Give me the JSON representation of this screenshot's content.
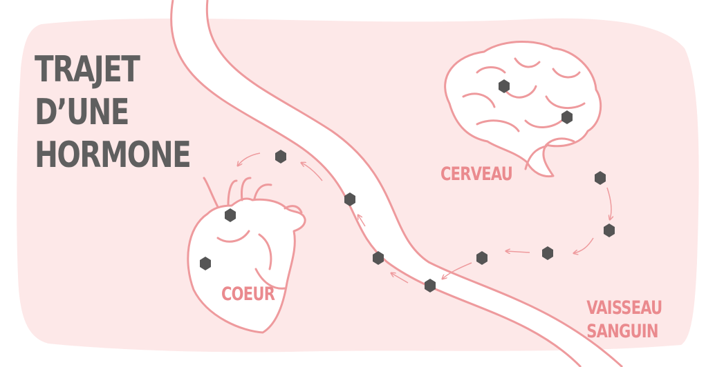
{
  "title": {
    "lines": [
      "TRAJET",
      "D’UNE",
      "HORMONE"
    ]
  },
  "labels": {
    "heart": "COEUR",
    "brain": "CERVEAU",
    "vessel_line1": "VAISSEAU",
    "vessel_line2": "SANGUIN"
  },
  "colors": {
    "background_blob": "#fde8e8",
    "outline": "#ee9a9d",
    "label_pink": "#ea8a8e",
    "title_gray": "#5f5f5f",
    "hormone": "#555555",
    "vessel_fill": "#ffffff"
  },
  "icons": {
    "organ_1": "heart-icon",
    "organ_2": "brain-icon",
    "particle": "hormone-hexagon-icon",
    "flow": "flow-arrow-icon"
  }
}
